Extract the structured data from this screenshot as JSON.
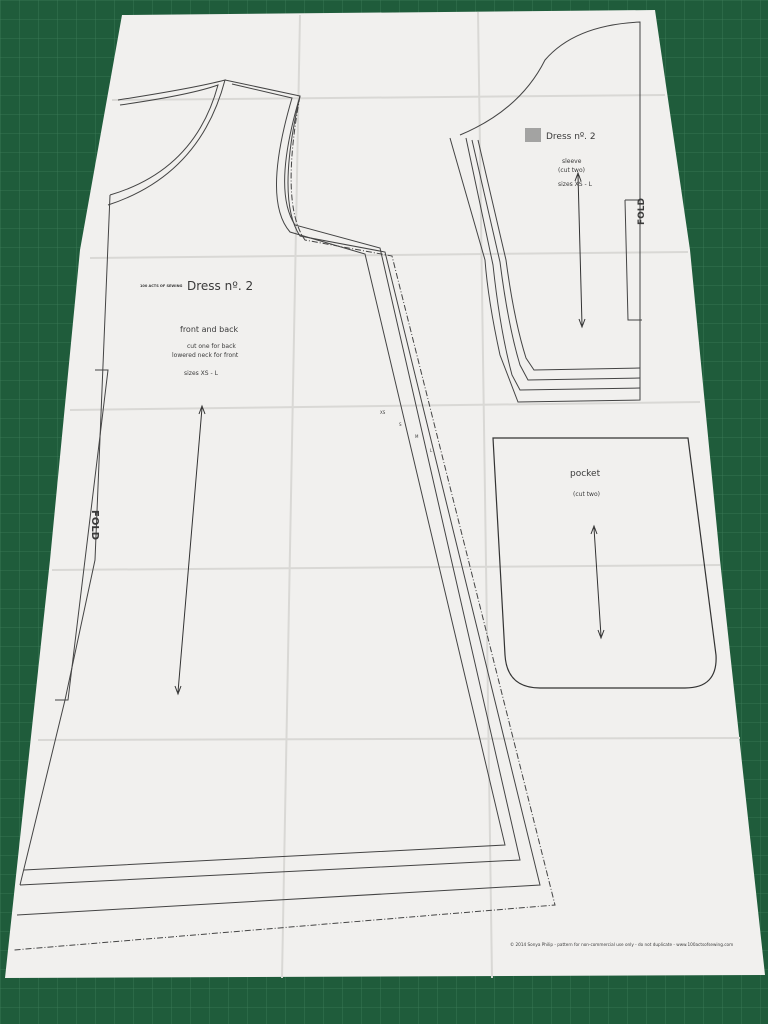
{
  "colors": {
    "mat": "#1f5c3b",
    "mat_grid": "#3d7d58",
    "paper": "#f1f0ee",
    "ink": "#3a3a3a"
  },
  "front_piece": {
    "logo": "100 ACTS OF SEWING",
    "title": "Dress nº. 2",
    "subtitle": "front and back",
    "note_1": "cut one for back",
    "note_2": "lowered neck for front",
    "sizes": "sizes XS - L",
    "fold": "FOLD",
    "size_marks": [
      "XS",
      "S",
      "M",
      "L"
    ]
  },
  "sleeve_piece": {
    "title": "Dress nº. 2",
    "subtitle": "sleeve",
    "note": "(cut two)",
    "sizes": "sizes XS - L",
    "fold": "FOLD"
  },
  "pocket_piece": {
    "title": "pocket",
    "note": "(cut two)"
  },
  "footer": "© 2014 Sonya Philip - pattern for non-commercial use only - do not duplicate - www.100actsofsewing.com"
}
